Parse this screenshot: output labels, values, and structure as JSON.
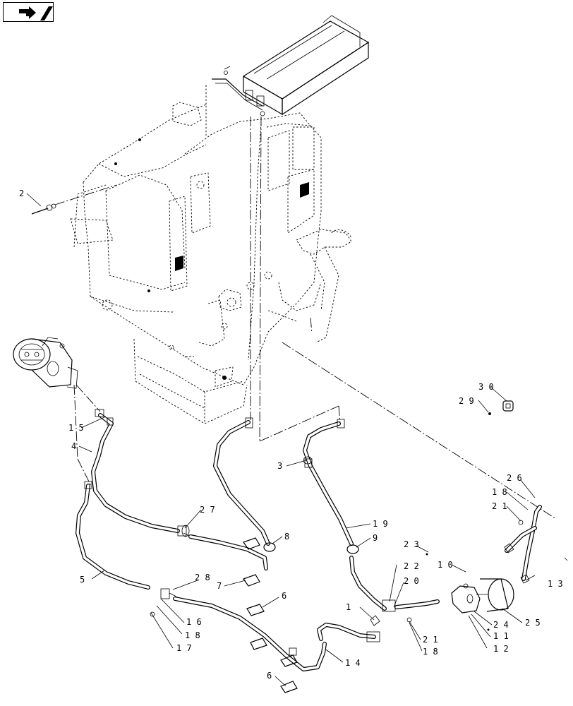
{
  "callouts": [
    {
      "id": "c1",
      "label": "1"
    },
    {
      "id": "c2",
      "label": "2"
    },
    {
      "id": "c3",
      "label": "3"
    },
    {
      "id": "c4",
      "label": "4"
    },
    {
      "id": "c5",
      "label": "5"
    },
    {
      "id": "c6a",
      "label": "6"
    },
    {
      "id": "c6b",
      "label": "6"
    },
    {
      "id": "c7",
      "label": "7"
    },
    {
      "id": "c8",
      "label": "8"
    },
    {
      "id": "c9",
      "label": "9"
    },
    {
      "id": "c10",
      "label": "10"
    },
    {
      "id": "c11",
      "label": "11"
    },
    {
      "id": "c12",
      "label": "12"
    },
    {
      "id": "c13",
      "label": "13"
    },
    {
      "id": "c14",
      "label": "14"
    },
    {
      "id": "c15",
      "label": "15"
    },
    {
      "id": "c16",
      "label": "16"
    },
    {
      "id": "c17",
      "label": "17"
    },
    {
      "id": "c18a",
      "label": "18"
    },
    {
      "id": "c18b",
      "label": "18"
    },
    {
      "id": "c18c",
      "label": "18"
    },
    {
      "id": "c19",
      "label": "19"
    },
    {
      "id": "c20",
      "label": "20"
    },
    {
      "id": "c21a",
      "label": "21"
    },
    {
      "id": "c21b",
      "label": "21"
    },
    {
      "id": "c22",
      "label": "22"
    },
    {
      "id": "c23",
      "label": "23"
    },
    {
      "id": "c24",
      "label": "24"
    },
    {
      "id": "c25",
      "label": "25"
    },
    {
      "id": "c26",
      "label": "26"
    },
    {
      "id": "c27",
      "label": "27"
    },
    {
      "id": "c28",
      "label": "28"
    },
    {
      "id": "c29",
      "label": "29"
    },
    {
      "id": "c30",
      "label": "30"
    }
  ],
  "icons": {
    "nav": "back-arrow-icon"
  }
}
